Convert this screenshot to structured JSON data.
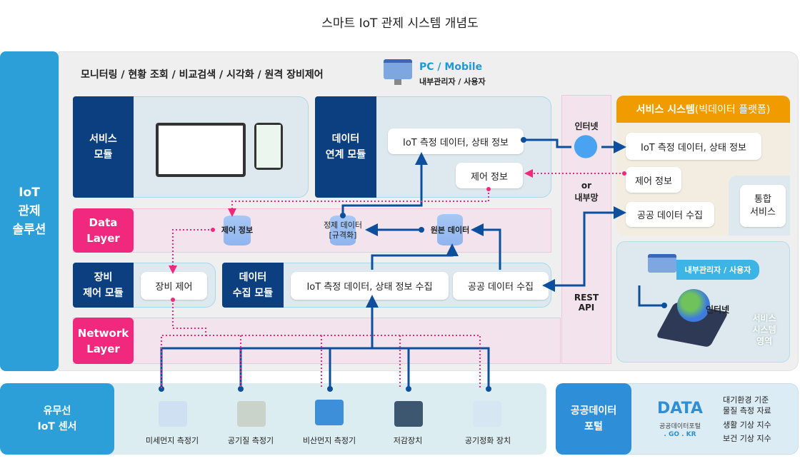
{
  "title": "스마트 IoT 관제 시스템 개념도",
  "solution": "IoT\n관제\n솔루션",
  "subtitle": "모니터링 / 현황 조회 / 비교검색 / 시각화 / 원격 장비제어",
  "client": {
    "title": "PC / Mobile",
    "subtitle": "내부관리자 / 사용자",
    "icon": "monitor-gear-icon"
  },
  "service_module": {
    "label": "서비스\n모듈"
  },
  "data_link_module": {
    "label": "데이터\n연계 모듈",
    "items": [
      "IoT 측정 데이터, 상태 정보",
      "제어 정보"
    ]
  },
  "data_layer": {
    "label": "Data\nLayer",
    "items": [
      "제어 정보",
      "정제 데이터\n[규격화]",
      "원본 데이터"
    ]
  },
  "equipment_module": {
    "label": "장비\n제어 모듈",
    "item": "장비 제어"
  },
  "collection_module": {
    "label": "데이터\n수집 모듈",
    "items": [
      "IoT 측정 데이터, 상태 정보 수집",
      "공공 데이터 수집"
    ]
  },
  "network_layer": {
    "label": "Network\nLayer"
  },
  "network": {
    "internet": "인터넷",
    "or": "or",
    "intranet": "내부망",
    "rest": "REST\nAPI"
  },
  "service_system": {
    "header_bold": "서비스 시스템",
    "header_rest": "(빅데이터 플랫폼)",
    "items": [
      "IoT 측정 데이터, 상태 정보",
      "제어 정보",
      "공공 데이터 수집"
    ],
    "integrated": "통합\n서비스",
    "users": "내부관리자 / 사용자",
    "internet": "인터넷",
    "area": "서비스\n시스템\n영역"
  },
  "sensors": {
    "label": "유무선\nIoT 센서",
    "items": [
      "미세먼지 측정기",
      "공기질 측정기",
      "비산먼지 측정기",
      "저감장치",
      "공기정화 장치"
    ]
  },
  "portal": {
    "label": "공공데이터\n포털",
    "logo": "DATA",
    "logo_sub": "공공데이터포털",
    "logo_domain": ". GO . KR",
    "items": [
      "대기환경 기준\n물질 측정 자료",
      "생활 기상 지수",
      "보건 기상 지수"
    ]
  },
  "colors": {
    "navy": "#0c3f7f",
    "pink": "#f0287e",
    "blue": "#2c9fd9",
    "orange": "#f09c00",
    "line": "#0d4f9c"
  }
}
